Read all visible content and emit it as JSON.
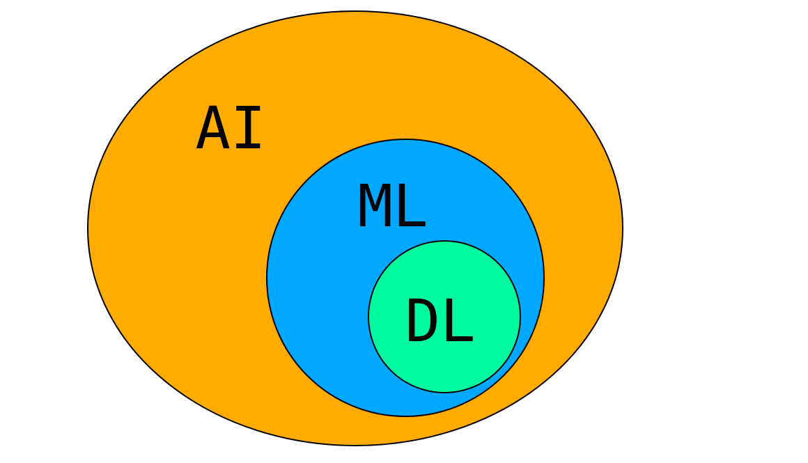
{
  "diagram": {
    "type": "nested-euler-diagram",
    "background_color": "#ffffff",
    "outline_color": "#000000",
    "relationship": "AI contains ML contains DL",
    "sets": [
      {
        "id": "ai",
        "label": "AI",
        "color": "#FFAB00",
        "shape": "ellipse",
        "contains": "ml"
      },
      {
        "id": "ml",
        "label": "ML",
        "color": "#00A8FF",
        "shape": "circle",
        "contains": "dl"
      },
      {
        "id": "dl",
        "label": "DL",
        "color": "#00FA9F",
        "shape": "circle",
        "contains": null
      }
    ]
  }
}
